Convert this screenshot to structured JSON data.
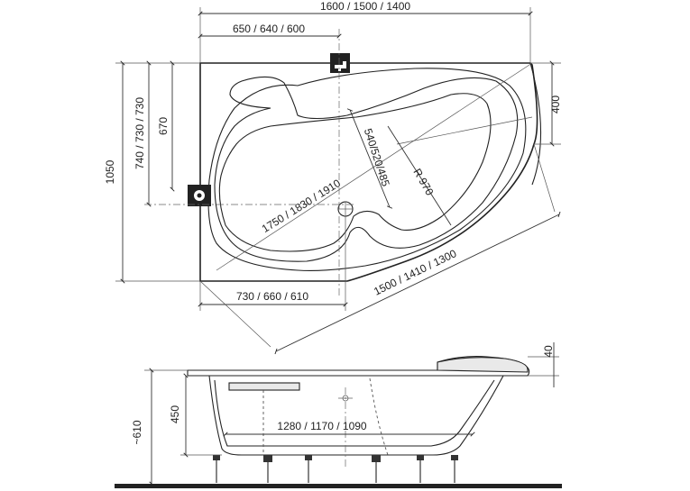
{
  "top_view": {
    "total_width": "1600 / 1500 / 1400",
    "drain_offset": "650 / 640 / 600",
    "total_height": "1050",
    "left_heights": "740 / 730 / 730",
    "outlet_height": "670",
    "right_depth": "400",
    "seat_width": "540/520/485",
    "radius": "R 970",
    "inner_length": "1750 / 1830 / 1910",
    "bottom_offset": "730 / 660 / 610",
    "diagonal": "1500 / 1410 / 1300"
  },
  "side_view": {
    "rim_height": "40",
    "body_height": "450",
    "total_height": "~610",
    "inner_length": "1280 / 1170 / 1090"
  },
  "icons": {
    "tap": "tap-icon",
    "overflow": "overflow-valve-icon",
    "drain": "drain-icon"
  }
}
